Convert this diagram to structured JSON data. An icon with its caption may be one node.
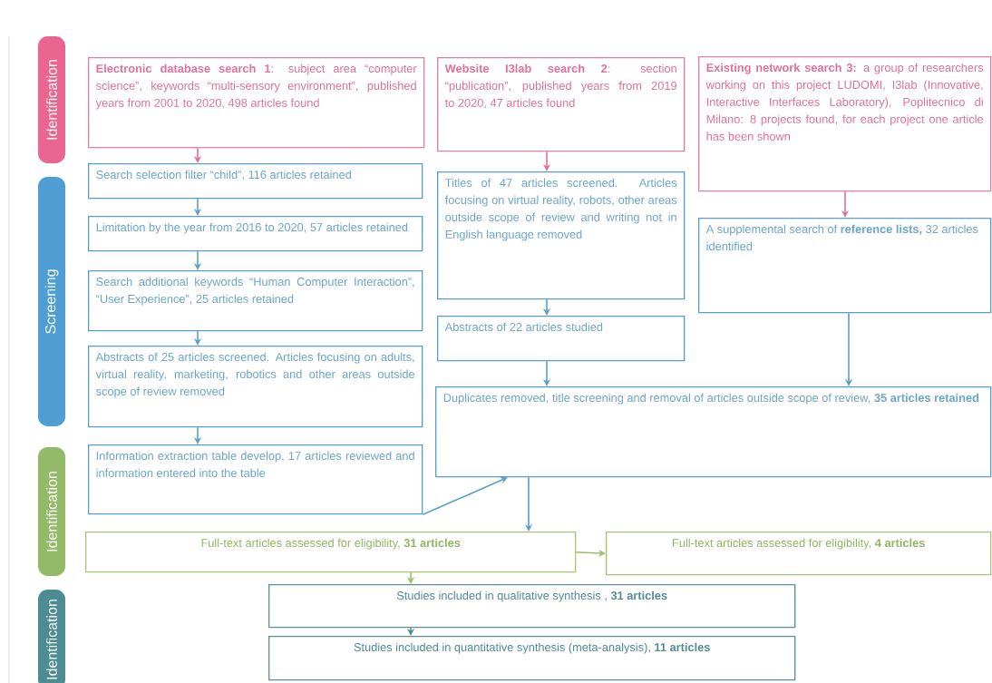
{
  "diagram": {
    "nodes": [
      {
        "text": [
          "Identification"
        ]
      },
      {
        "text": [
          "Screening"
        ]
      },
      {
        "text": [
          "Identification"
        ]
      },
      {
        "text": [
          "Identification"
        ]
      },
      {
        "text": [
          "**Electronic database search 1**: subject area “computer science”, keywords “multi-sensory environment”, published years from 2001 to 2020, 498 articles found"
        ]
      },
      {
        "text": [
          "**Website I3lab search 2**: section “publication”, published years from 2019 to 2020, 47 articles found"
        ]
      },
      {
        "text": [
          "**Existing network search 3:** a group of researchers working on this project LUDOMI, I3lab (Innovative, Interactive Interfaces Laboratory), Poplitecnico di Milano: 8 projects found, for each project one article has been shown"
        ]
      },
      {
        "text": [
          "Search selection filter “child”, 116 articles retained"
        ]
      },
      {
        "text": [
          "Limitation by the year from 2016 to 2020, 57 articles retained"
        ]
      },
      {
        "text": [
          "Search additional keywords “Human Computer Interaction”, “User Experience”, 25 articles retained"
        ]
      },
      {
        "text": [
          "Abstracts of 25 articles screened. Articles focusing on adults, virtual reality, marketing, robotics and other areas outside scope of review removed"
        ]
      },
      {
        "text": [
          "Information extraction table develop, 17 articles reviewed and information entered into the table"
        ]
      },
      {
        "text": [
          "Titles of 47 articles screened. Articles focusing on virtual reality, robots, other areas outside scope of review and writing not in English language removed"
        ]
      },
      {
        "text": [
          "Abstracts of 22 articles studied"
        ]
      },
      {
        "text": [
          "A supplemental search of **reference lists,** 32 articles identified"
        ]
      },
      {
        "text": [
          "Duplicates removed, title screening and removal of articles outside scope of review, **35 articles retained**"
        ]
      },
      {
        "text": [
          "Full-text articles assessed for eligibility, **31 articles**"
        ]
      },
      {
        "text": [
          "Full-text articles assessed for eligibility, **4 articles**"
        ]
      },
      {
        "text": [
          "Studies included in qualitative synthesis , **31 articles**"
        ]
      },
      {
        "text": [
          "Studies included in quantitative synthesis (meta-analysis), **11 articles**"
        ]
      }
    ],
    "edges": [
      {
        "from": 4,
        "to": 7,
        "arrow": "to",
        "color": "#e0709a"
      },
      {
        "from": 7,
        "to": 8,
        "arrow": "to"
      },
      {
        "from": 8,
        "to": 9,
        "arrow": "to"
      },
      {
        "from": 9,
        "to": 10,
        "arrow": "to"
      },
      {
        "from": 10,
        "to": 11,
        "arrow": "to"
      },
      {
        "from": 11,
        "to": 15,
        "arrow": "to"
      },
      {
        "from": 5,
        "to": 12,
        "arrow": "to",
        "color": "#e0709a"
      },
      {
        "from": 12,
        "to": 13,
        "arrow": "to"
      },
      {
        "from": 13,
        "to": 15,
        "arrow": "to"
      },
      {
        "from": 6,
        "to": 14,
        "arrow": "to",
        "color": "#e0709a"
      },
      {
        "from": 14,
        "to": 15,
        "arrow": "to"
      },
      {
        "from": 15,
        "to": 16,
        "arrow": "to"
      },
      {
        "from": 16,
        "to": 17,
        "arrow": "to",
        "color": "#9bbf6a"
      },
      {
        "from": 16,
        "to": 18,
        "arrow": "to",
        "color": "#9bbf6a"
      },
      {
        "from": 18,
        "to": 19,
        "arrow": "to",
        "color": "#4f8a95"
      }
    ]
  }
}
